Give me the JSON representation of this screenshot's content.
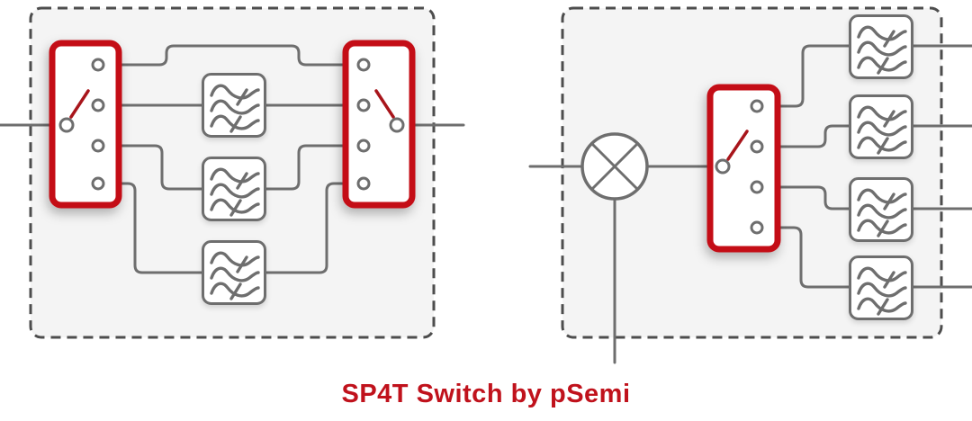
{
  "caption": {
    "text": "SP4T Switch by pSemi"
  },
  "colors": {
    "accent_red": "#C41017",
    "lever_red": "#A8151B",
    "caption_red": "#C0121C",
    "wire_gray": "#6E6E6E",
    "dash_gray": "#4D4D4D",
    "panel_fill": "#F4F4F4",
    "component_fill": "#FFFFFF",
    "page_bg": "#FFFFFF"
  },
  "left_diagram": {
    "icons": [
      "sp4t-switch-icon",
      "bandpass-filter-icon",
      "bandpass-filter-icon",
      "bandpass-filter-icon",
      "sp4t-switch-icon"
    ],
    "filter_count": 3,
    "has_bypass_path": true,
    "switch_throws": 4
  },
  "right_diagram": {
    "icons": [
      "mixer-icon",
      "sp4t-switch-icon",
      "bandpass-filter-icon",
      "bandpass-filter-icon",
      "bandpass-filter-icon",
      "bandpass-filter-icon"
    ],
    "filter_count": 4,
    "switch_throws": 4
  }
}
